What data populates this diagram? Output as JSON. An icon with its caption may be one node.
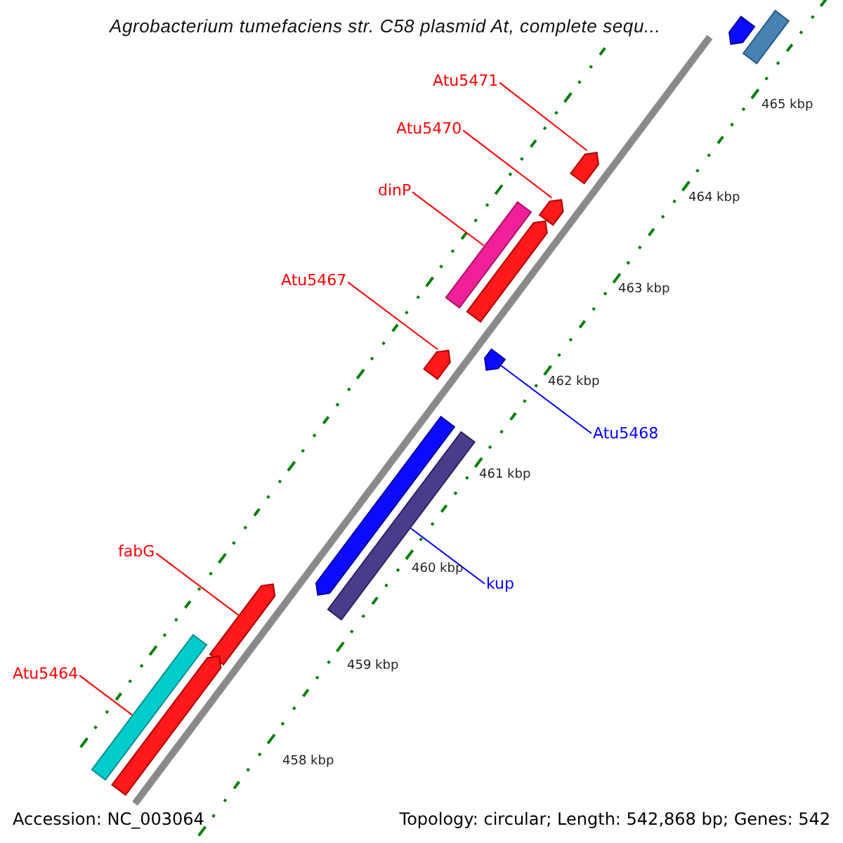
{
  "diagram": {
    "title": "Agrobacterium tumefaciens str. C58 plasmid At, complete sequ...",
    "nodes": [
      {
        "text": [],
        "shape": "bar"
      },
      {
        "text": [],
        "shape": "bar"
      },
      {
        "text": [
          "Atu5471"
        ]
      },
      {
        "text": [],
        "shape": "bar"
      },
      {
        "text": [
          "Atu5470"
        ]
      },
      {
        "text": [],
        "shape": "bar"
      },
      {
        "text": [
          "dinP"
        ]
      },
      {
        "text": [],
        "shape": "bar"
      },
      {
        "text": [],
        "shape": "bar"
      },
      {
        "text": [
          "Atu5467"
        ]
      },
      {
        "text": [],
        "shape": "bar"
      },
      {
        "text": [],
        "shape": "bar"
      },
      {
        "text": [
          "Atu5468"
        ]
      },
      {
        "text": [],
        "shape": "bar"
      },
      {
        "text": [],
        "shape": "bar"
      },
      {
        "text": [
          "fabG"
        ]
      },
      {
        "text": [
          "kup"
        ]
      },
      {
        "text": [],
        "shape": "bar"
      },
      {
        "text": [
          "Atu5464"
        ]
      },
      {
        "text": [],
        "shape": "bar"
      },
      {
        "text": [],
        "shape": "bar"
      }
    ],
    "edges": [
      {
        "from": 2,
        "to": 3,
        "arrow": "none"
      },
      {
        "from": 4,
        "to": 5,
        "arrow": "none"
      },
      {
        "from": 6,
        "to": 7,
        "arrow": "none"
      },
      {
        "from": 9,
        "to": 10,
        "arrow": "none"
      },
      {
        "from": 12,
        "to": 11,
        "arrow": "none",
        "color": "#0000ff"
      },
      {
        "from": 15,
        "to": 17,
        "arrow": "none"
      },
      {
        "from": 16,
        "to": 14,
        "arrow": "none",
        "color": "#0000ff"
      },
      {
        "from": 18,
        "to": 19,
        "arrow": "none"
      }
    ],
    "labels": [
      "465 kbp",
      "464 kbp",
      "463 kbp",
      "462 kbp",
      "461 kbp",
      "460 kbp",
      "459 kbp",
      "458 kbp",
      "Accession: NC_003064",
      "Topology: circular; Length: 542,868 bp; Genes: 542"
    ]
  }
}
